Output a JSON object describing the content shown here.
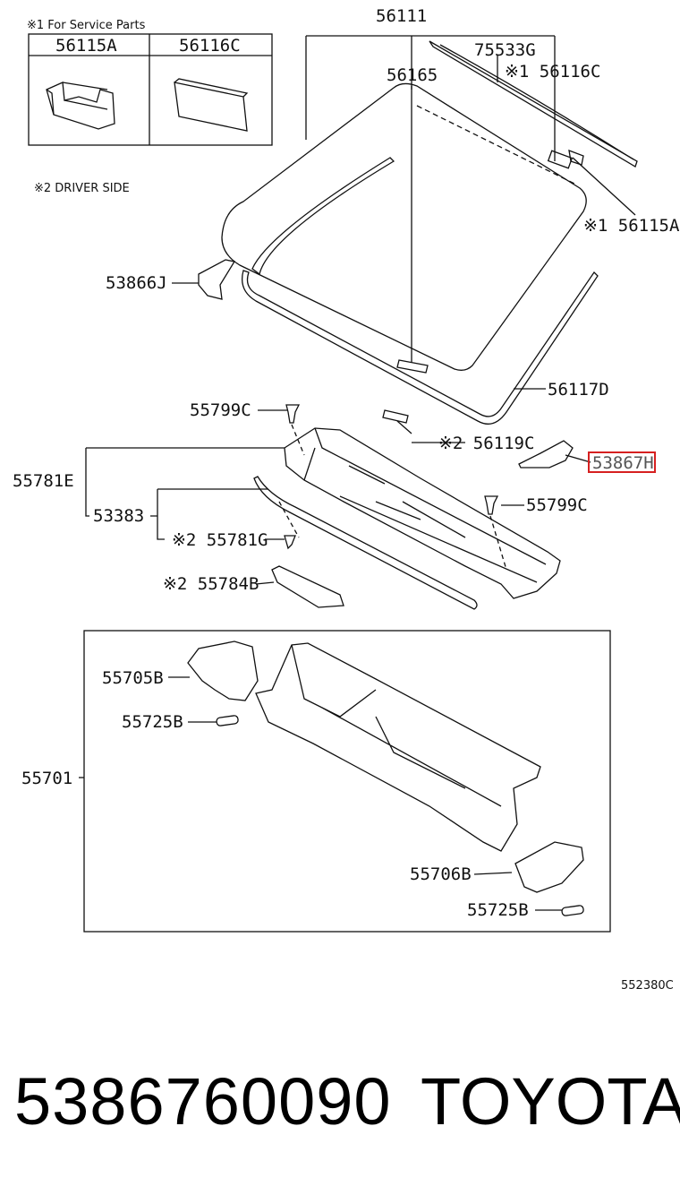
{
  "legend": {
    "note": "※1 For Service Parts",
    "col1": "56115A",
    "col2": "56116C",
    "driver_note": "※2  DRIVER SIDE"
  },
  "labels": {
    "p56111": "56111",
    "p75533G": "75533G",
    "p56116C": "※1 56116C",
    "p56165": "56165",
    "p56115A": "※1  56115A",
    "p53866J": "53866J",
    "p56117D": "56117D",
    "p55799C_a": "55799C",
    "p56119C": "※2  56119C",
    "p53867H": "53867H",
    "p55781E": "55781E",
    "p53383": "53383",
    "p55799C_b": "55799C",
    "p55781G": "※2 55781G",
    "p55784B": "※2 55784B",
    "p55705B": "55705B",
    "p55725B_a": "55725B",
    "p55701": "55701",
    "p55706B": "55706B",
    "p55725B_b": "55725B",
    "ref": "552380C"
  },
  "footer": {
    "part_number": "5386760090",
    "brand": "TOYOTA"
  },
  "colors": {
    "highlight": "#d62020",
    "ink": "#111111"
  }
}
